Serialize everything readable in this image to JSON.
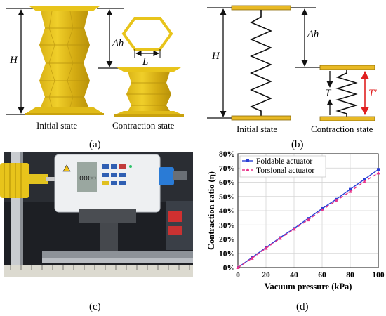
{
  "panel_a": {
    "label": "(a)",
    "height_symbol": "H",
    "delta_symbol": "Δh",
    "side_symbol": "L",
    "caption_initial": "Initial state",
    "caption_contraction": "Contraction state",
    "actuator_color": "#e8c41b",
    "actuator_shade": "#c9a20e"
  },
  "panel_b": {
    "label": "(b)",
    "height_symbol": "H",
    "delta_symbol": "Δh",
    "tension_symbol": "T",
    "tension_prime_symbol": "T′",
    "caption_initial": "Initial state",
    "caption_contraction": "Contraction state",
    "plate_color": "#e8b925",
    "arrow_color": "#e02020"
  },
  "panel_c": {
    "label": "(c)",
    "device_display": "0000"
  },
  "panel_d": {
    "label": "(d)"
  },
  "chart_data": {
    "type": "line",
    "xlabel": "Vacuum pressure (kPa)",
    "ylabel": "Contraction  ratio (η)",
    "xlim": [
      0,
      100
    ],
    "ylim": [
      0,
      80
    ],
    "x_ticks": [
      "0",
      "20",
      "40",
      "60",
      "80",
      "100"
    ],
    "y_ticks": [
      "0%",
      "10%",
      "20%",
      "30%",
      "40%",
      "50%",
      "60%",
      "70%",
      "80%"
    ],
    "grid": true,
    "legend_position": "top-left",
    "x": [
      0,
      10,
      20,
      30,
      40,
      50,
      60,
      70,
      80,
      90,
      100
    ],
    "series": [
      {
        "name": "Foldable actuator",
        "color": "#2a3fd6",
        "style": "solid",
        "marker": "square",
        "values": [
          0,
          7,
          14,
          21,
          27.5,
          34.5,
          41.5,
          48,
          55,
          62,
          69
        ]
      },
      {
        "name": "Torsional actuator",
        "color": "#e8338a",
        "style": "dashed",
        "marker": "triangle",
        "values": [
          0,
          6.5,
          13.5,
          20.5,
          27,
          33.5,
          40.5,
          47,
          53.5,
          60.5,
          66.5
        ]
      }
    ]
  }
}
